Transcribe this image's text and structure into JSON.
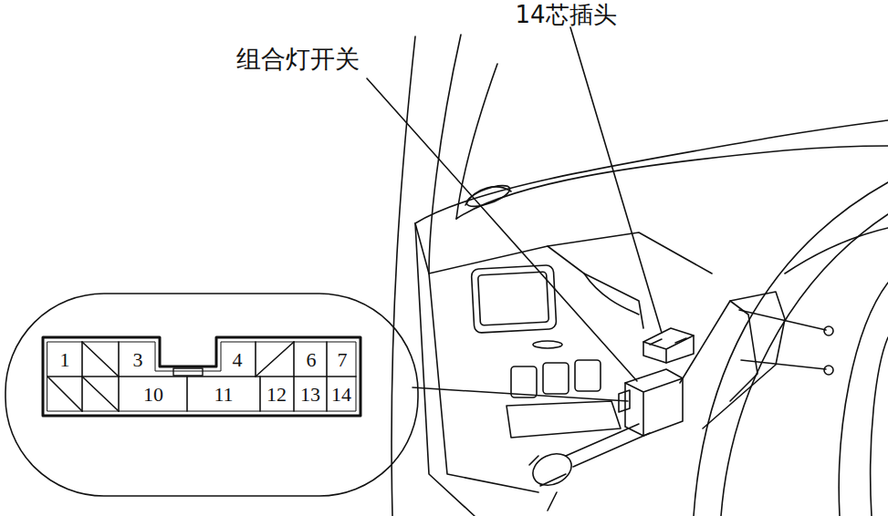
{
  "diagram": {
    "labels": [
      "14芯插头",
      "组合灯开关",
      "1",
      "3",
      "4",
      "6",
      "7",
      "10",
      "11",
      "12",
      "13",
      "14"
    ]
  }
}
